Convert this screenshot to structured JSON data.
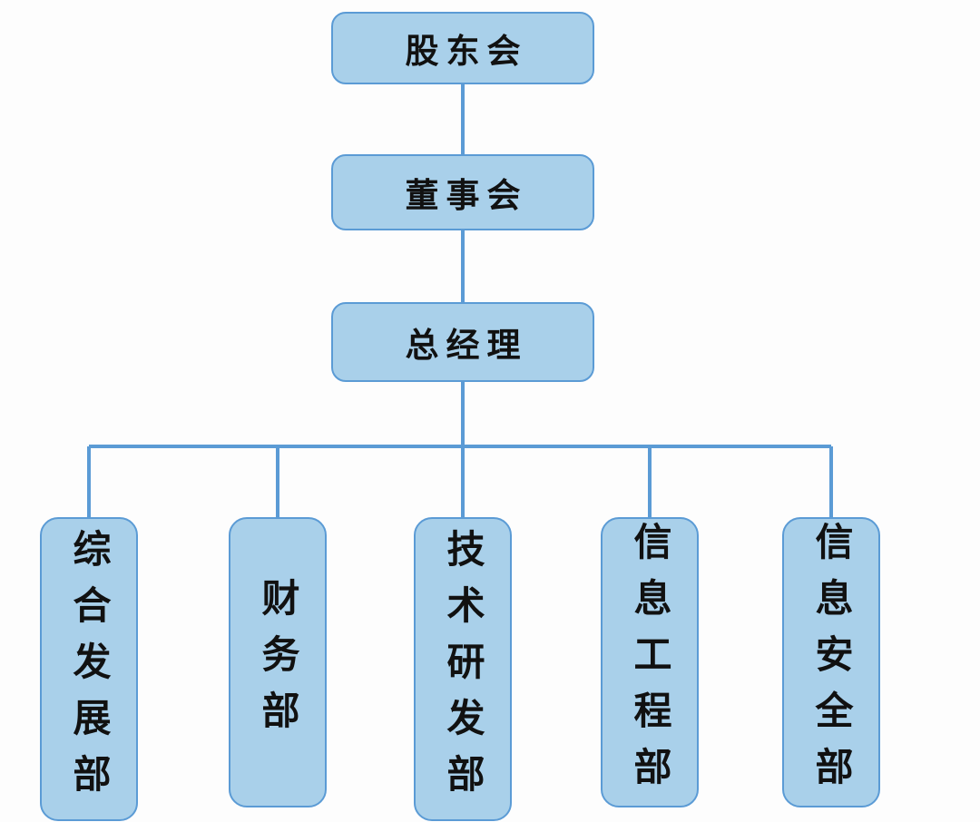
{
  "diagram": {
    "type": "org-chart",
    "top_nodes": [
      {
        "label": "股东会"
      },
      {
        "label": "董事会"
      },
      {
        "label": "总经理"
      }
    ],
    "departments": [
      {
        "label": "综合发展部"
      },
      {
        "label": "财务部"
      },
      {
        "label": "技术研发部"
      },
      {
        "label": "信息工程部"
      },
      {
        "label": "信息安全部"
      }
    ],
    "colors": {
      "node_fill": "#a9d0ea",
      "node_border": "#5b9bd5",
      "connector": "#5b9bd5",
      "text": "#111111",
      "background": "#fdfdfd"
    }
  }
}
